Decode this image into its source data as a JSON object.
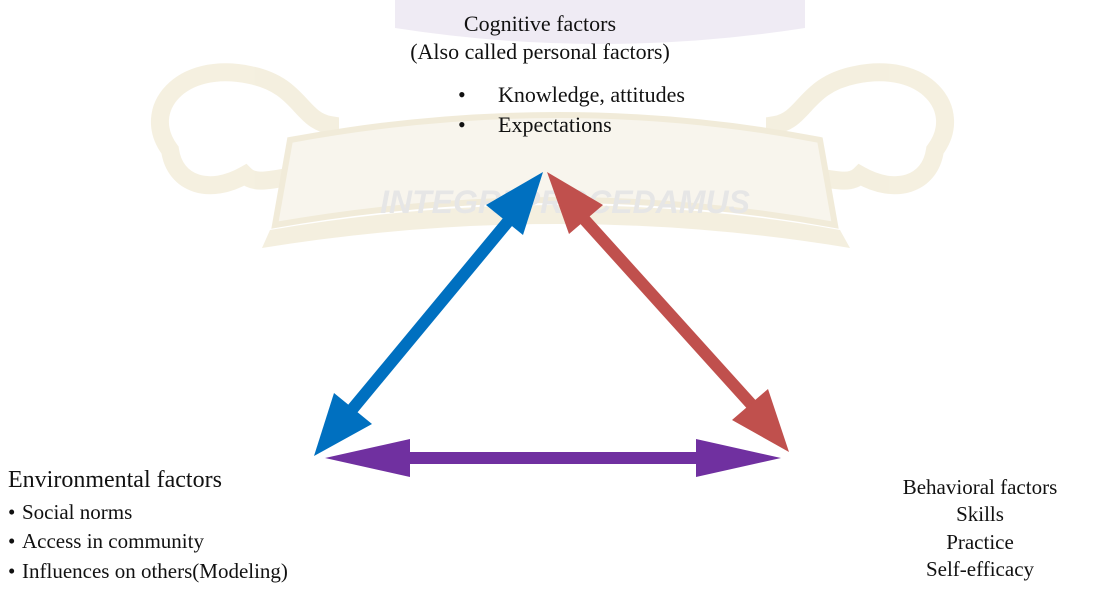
{
  "watermark": {
    "motto": "INTEGRI PROCEDAMUS"
  },
  "cognitive": {
    "title": "Cognitive factors",
    "subtitle": "(Also called personal factors)",
    "items": [
      "Knowledge, attitudes",
      "Expectations"
    ]
  },
  "environmental": {
    "title": "Environmental factors",
    "items": [
      "Social norms",
      "Access in community",
      "Influences on others(Modeling)"
    ]
  },
  "behavioral": {
    "title": "Behavioral factors",
    "items": [
      "Skills",
      "Practice",
      "Self-efficacy"
    ]
  },
  "arrows": {
    "cognitive_environmental_color": "#0070c0",
    "cognitive_behavioral_color": "#c0504d",
    "environmental_behavioral_color": "#7030a0"
  },
  "icons": {
    "bullet": "•"
  }
}
